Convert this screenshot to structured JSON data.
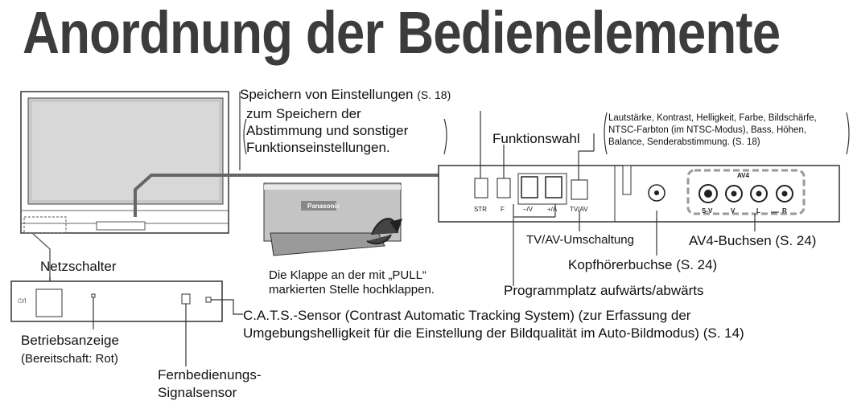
{
  "title": "Anordnung der Bedienelemente",
  "labels": {
    "save_settings": "Speichern von Einstellungen",
    "save_settings_page": "(S. 18)",
    "save_settings_desc": [
      "zum Speichern der",
      "Abstimmung und sonstiger",
      "Funktionseinstellungen."
    ],
    "function_select": "Funktionswahl",
    "function_desc": [
      "Lautstärke, Kontrast, Helligkeit, Farbe, Bildschärfe,",
      "NTSC-Farbton (im NTSC-Modus), Bass, Höhen,",
      "Balance, Senderabstimmung. (S. 18)"
    ],
    "tv_av": "TV/AV-Umschaltung",
    "av4": "AV4-Buchsen (S. 24)",
    "headphone": "Kopfhörerbuchse (S. 24)",
    "program": "Programmplatz aufwärts/abwärts",
    "flap": [
      "Die Klappe an der mit „PULL“",
      "markierten Stelle hochklappen."
    ],
    "power": "Netzschalter",
    "standby_indicator": "Betriebsanzeige",
    "standby_note": "(Bereitschaft: Rot)",
    "remote_sensor": [
      "Fernbedienungs-",
      "Signalsensor"
    ],
    "cats": [
      "C.A.T.S.-Sensor (Contrast Automatic Tracking System) (zur Erfassung der",
      "Umgebungshelligkeit für die Einstellung der Bildqualität im Auto-Bildmodus) (S. 14)"
    ]
  },
  "panel": {
    "buttons": [
      "STR",
      "F",
      "–/V",
      "+/Λ",
      "TV/AV"
    ],
    "av4_label": "AV4",
    "jacks": [
      "S-V",
      "V",
      "L",
      "R"
    ],
    "power_symbol": "⏻/I",
    "brand": "Panasonic"
  }
}
